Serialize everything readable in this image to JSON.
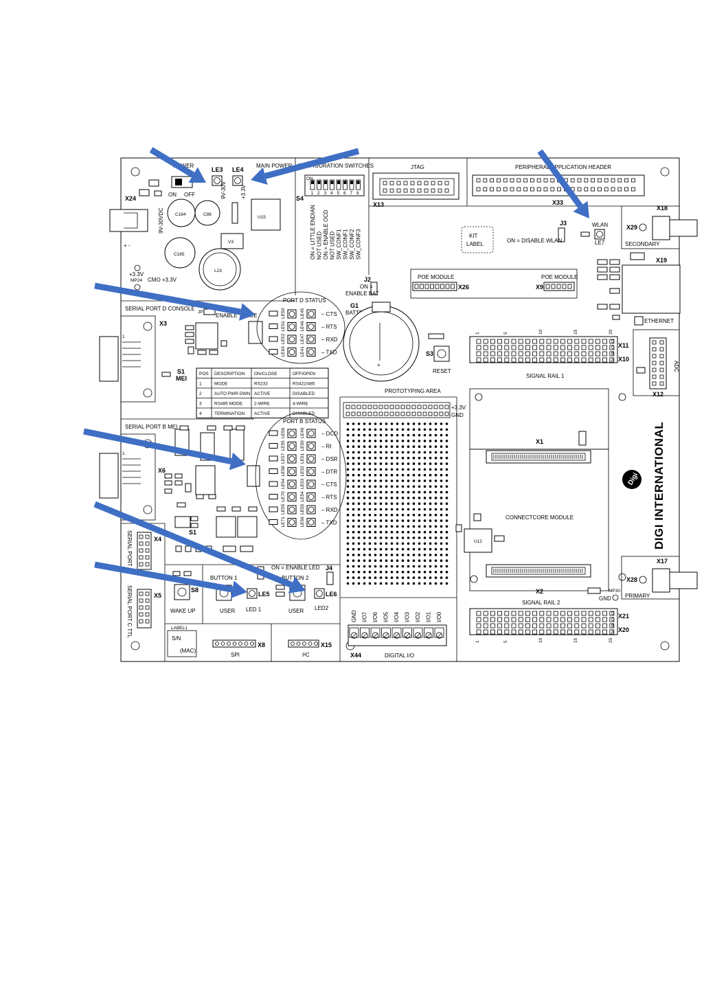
{
  "board": {
    "brand": "DIGI INTERNATIONAL",
    "logo": "Digi"
  },
  "power": {
    "title": "POWER",
    "on_label": "ON",
    "off_label": "OFF",
    "dc_label": "9V-30VDC",
    "input_range": "9V-30V",
    "le3": "LE3",
    "le4": "LE4",
    "main_power": "MAIN POWER",
    "v33": "+3.3V",
    "c184": "C184",
    "c88": "C88",
    "c185": "C185",
    "u15": "U15",
    "l23": "L23",
    "v3": "V3",
    "x24": "X24",
    "polarity": "+ -",
    "mp_label": "MP24",
    "cmo": "CMO +3.3V"
  },
  "config": {
    "title": "CONFIGURATION SWITCHES",
    "s4": "S4",
    "switch_on": "ON",
    "numbers": [
      "1",
      "2",
      "3",
      "4",
      "5",
      "6",
      "7",
      "8"
    ],
    "labels": [
      "ON = LITTLE ENDIAN",
      "NOT USED",
      "ON = ENABLE OCD",
      "NOT USED",
      "SW_CONF1",
      "SW_CONF1",
      "SW_CONF2",
      "SW_CONF3"
    ]
  },
  "jtag": {
    "title": "JTAG",
    "x13": "X13"
  },
  "peripheral": {
    "title": "PERIPHERAL APPLICATION HEADER",
    "x33": "X33"
  },
  "kit_label": [
    "KIT",
    "LABEL"
  ],
  "wlan": {
    "label": "WLAN",
    "le7": "LE7",
    "j3": "J3",
    "disable": "ON = DISABLE WLAN",
    "x18": "X18",
    "x29": "X29",
    "secondary": "SECONDARY",
    "x19": "X19",
    "ethernet": "ETHERNET",
    "x17": "X17",
    "x28": "X28",
    "primary": "PRIMARY"
  },
  "battery": {
    "j2": "J2",
    "enable": "ON =",
    "enable2": "ENABLE BAT",
    "g1": "G1",
    "label": "BATTERY",
    "s3": "S3",
    "reset": "RESET"
  },
  "poe": {
    "title1": "POE MODULE",
    "x26": "X26",
    "title2": "POE MODULE",
    "x9": "X9"
  },
  "port_d": {
    "title": "SERIAL PORT D CONSOLE",
    "x3": "X3",
    "trace": "ENABLE TRACE",
    "jp1": "JP1",
    "status_title": "PORT D STATUS",
    "signals": [
      "CTS",
      "RTS",
      "RXD",
      "TXD"
    ],
    "leds_left": [
      "LE50",
      "LE51",
      "LE52",
      "LE63"
    ],
    "leds_right": [
      "LE45",
      "LE46",
      "LE47",
      "LE41"
    ]
  },
  "mei_table": {
    "s1": "S1",
    "mei": "MEI",
    "headers": [
      "POS",
      "DESCRIPTION",
      "ON/CLOSE",
      "OFF/OPEN"
    ],
    "rows": [
      [
        "1",
        "MODE",
        "RS232",
        "RS422/485"
      ],
      [
        "2",
        "AUTO PWR DWN",
        "ACTIVE",
        "DISABLED"
      ],
      [
        "3",
        "RS485 MODE",
        "2-WIRE",
        "4-WIRE"
      ],
      [
        "4",
        "TERMINATION",
        "ACTIVE",
        "DISABLED"
      ]
    ]
  },
  "port_b": {
    "title": "SERIAL PORT B MEI",
    "x6": "X6",
    "status_title": "PORT B STATUS",
    "signals": [
      "DCD",
      "RI",
      "DSR",
      "DTR",
      "CTS",
      "RTS",
      "RXD",
      "TXD"
    ],
    "leds_left": [
      "LE56",
      "LE55",
      "LE57",
      "LE58",
      "LE54",
      "LE70",
      "LE55",
      "LE71"
    ],
    "leds_right": [
      "LE49",
      "LE50",
      "LE51",
      "LE52",
      "LE53",
      "LE54",
      "LE55",
      "LE56"
    ]
  },
  "serial_a": {
    "title": "SERIAL PORT A",
    "x4": "X4"
  },
  "serial_c": {
    "title": "SERIAL PORT C TTL",
    "x5": "X5"
  },
  "signal_rail_1": {
    "title": "SIGNAL RAIL 1",
    "rows": [
      "D",
      "C",
      "B",
      "A"
    ],
    "x11": "X11",
    "x10": "X10",
    "ticks": [
      "1",
      "5",
      "10",
      "15",
      "20"
    ]
  },
  "adc": {
    "title": "ADC",
    "x12": "X12"
  },
  "proto": {
    "title": "PROTOTYPING AREA",
    "v33": "+3.3V",
    "gnd": "GND"
  },
  "module": {
    "title": "CONNECTCORE MODULE",
    "x1": "X1",
    "x2": "X2",
    "u12": "U12"
  },
  "signal_rail_2": {
    "title": "SIGNAL RAIL 2",
    "rows": [
      "D",
      "C",
      "B",
      "A"
    ],
    "x21": "X21",
    "x20": "X20",
    "ticks": [
      "1",
      "5",
      "10",
      "15",
      "20"
    ],
    "gnd": "GND",
    "mp": "MP30"
  },
  "digital_io": {
    "title": "DIGITAL I/O",
    "x44": "X44",
    "pins": [
      "GND",
      "I/O7",
      "I/O6",
      "I/O5",
      "I/O4",
      "I/O3",
      "I/O2",
      "I/O1",
      "I/O0"
    ]
  },
  "buttons": {
    "enable_led": "ON = ENABLE LED",
    "button1": "BUTTON 1",
    "button2": "BUTTON 2",
    "j4": "J4",
    "le5": "LE5",
    "le6": "LE6",
    "led1": "LED 1",
    "led2": "LED2",
    "user1": "USER",
    "user2": "USER",
    "s8": "S8",
    "wake_up": "WAKE UP"
  },
  "bottom": {
    "sn": "S/N",
    "mac": "(MAC)",
    "label1": "LABEL1",
    "spi": "SPI",
    "x8": "X8",
    "i2c": "I²C",
    "x15": "X15"
  },
  "arrow_color": "#3f6fc4"
}
